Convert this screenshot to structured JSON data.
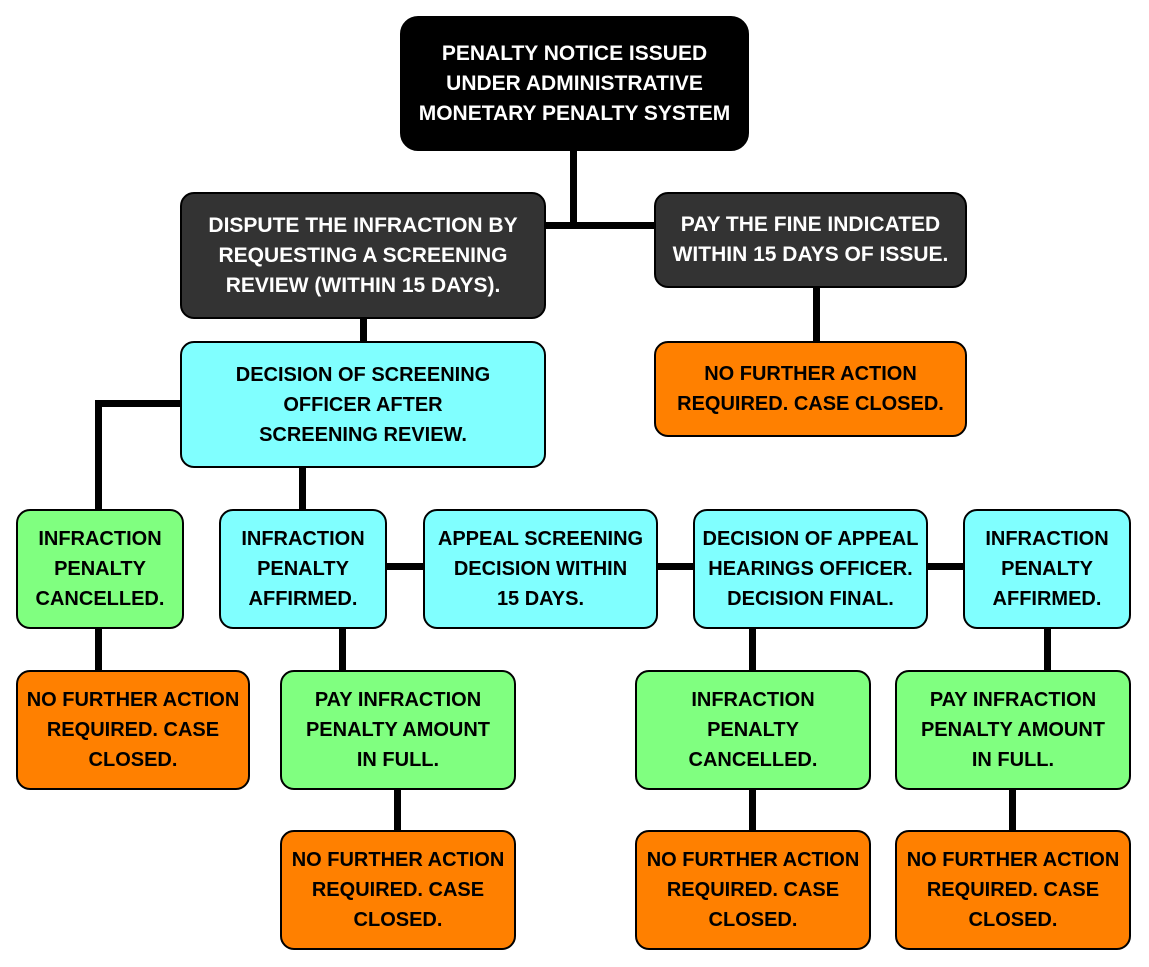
{
  "nodes": {
    "root": "PENALTY NOTICE ISSUED\nUNDER ADMINISTRATIVE\nMONETARY PENALTY SYSTEM",
    "dispute": "DISPUTE THE INFRACTION BY\nREQUESTING A SCREENING\nREVIEW (WITHIN 15 DAYS).",
    "pay_fine": "PAY THE FINE INDICATED\nWITHIN 15 DAYS OF ISSUE.",
    "pay_fine_closed": "NO FURTHER ACTION\nREQUIRED. CASE CLOSED.",
    "screening_decision": "DECISION OF SCREENING\nOFFICER AFTER\nSCREENING REVIEW.",
    "cancelled_1": "INFRACTION\nPENALTY\nCANCELLED.",
    "cancelled_1_closed": "NO FURTHER ACTION\nREQUIRED. CASE\nCLOSED.",
    "affirmed_1": "INFRACTION\nPENALTY\nAFFIRMED.",
    "pay_full_1": "PAY INFRACTION\nPENALTY AMOUNT\nIN FULL.",
    "pay_full_1_closed": "NO FURTHER ACTION\nREQUIRED. CASE\nCLOSED.",
    "appeal": "APPEAL SCREENING\nDECISION WITHIN\n15 DAYS.",
    "appeal_decision": "DECISION OF APPEAL\nHEARINGS OFFICER.\nDECISION FINAL.",
    "cancelled_2": "INFRACTION\nPENALTY\nCANCELLED.",
    "cancelled_2_closed": "NO FURTHER ACTION\nREQUIRED. CASE\nCLOSED.",
    "affirmed_2": "INFRACTION\nPENALTY\nAFFIRMED.",
    "pay_full_2": "PAY INFRACTION\nPENALTY AMOUNT\nIN FULL.",
    "pay_full_2_closed": "NO FURTHER ACTION\nREQUIRED. CASE\nCLOSED."
  },
  "colors": {
    "start": "#000000",
    "option": "#333333",
    "decision": "#80ffff",
    "cancelled_or_pay": "#80ff80",
    "closed": "#ff8000",
    "connector": "#000000"
  }
}
